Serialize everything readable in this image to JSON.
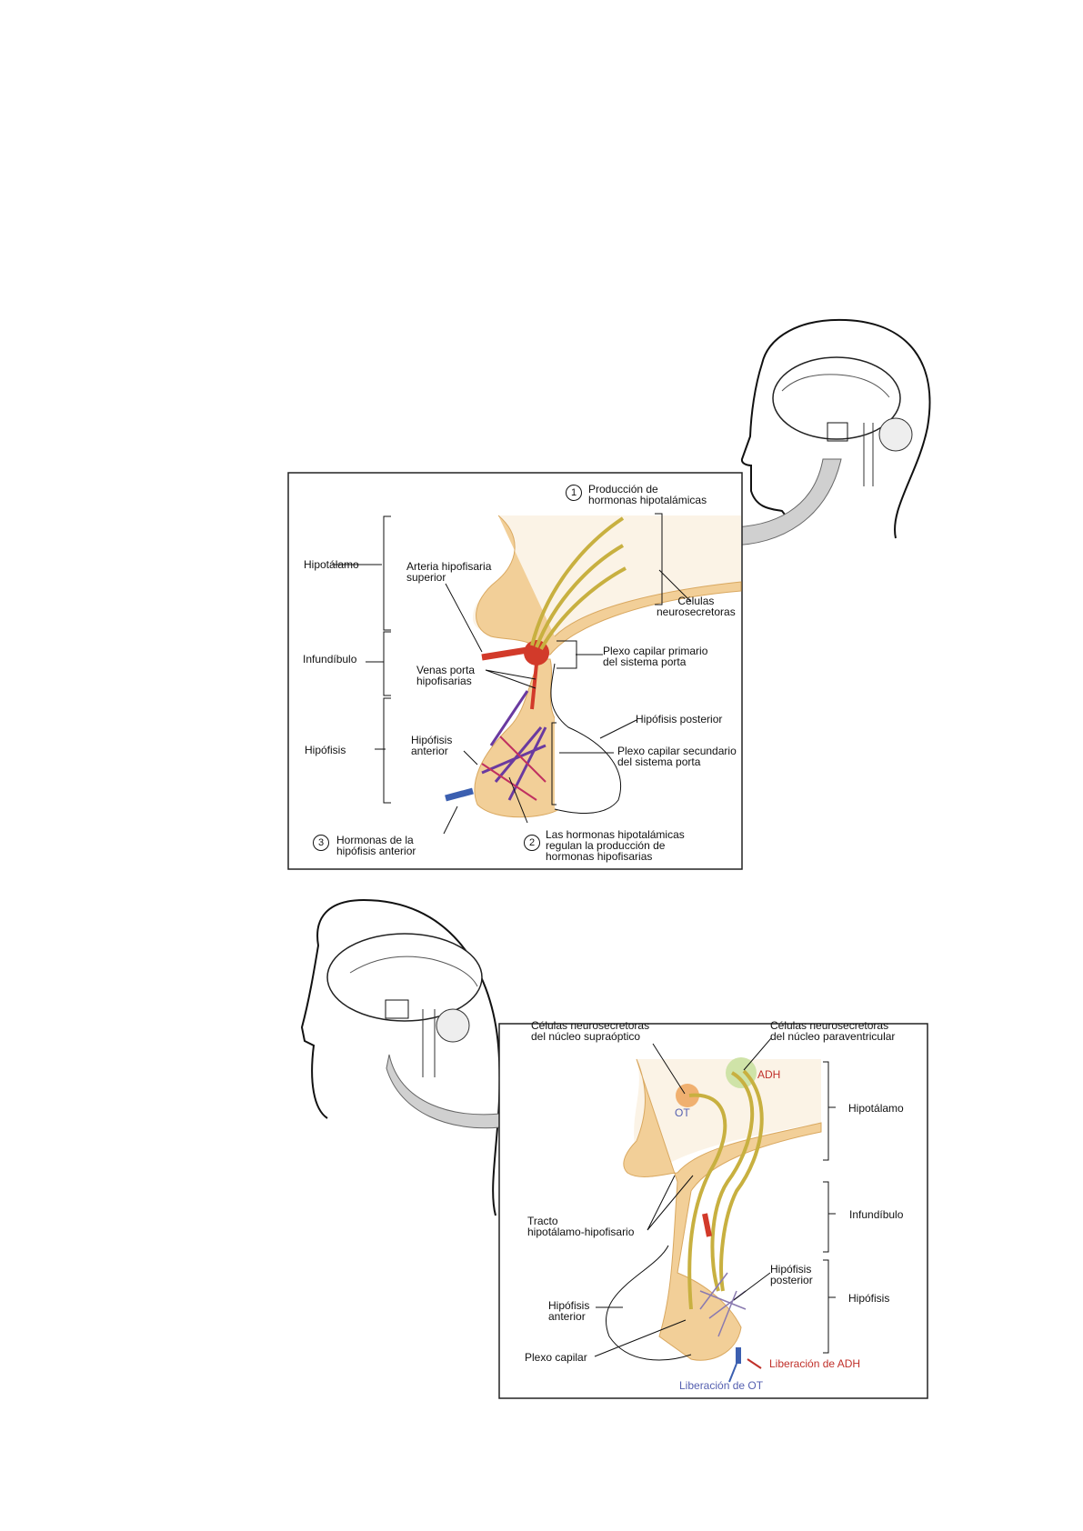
{
  "figure1": {
    "step1": {
      "num": "1",
      "text1": "Producción de",
      "text2": "hormonas hipotalámicas"
    },
    "hipotalamo": "Hipotálamo",
    "infundibulo": "Infundíbulo",
    "hipofisis": "Hipófisis",
    "arteria1": "Arteria hipofisaria",
    "arteria2": "superior",
    "celulas1": "Células",
    "celulas2": "neurosecretoras",
    "plexo_primario1": "Plexo capilar primario",
    "plexo_primario2": "del sistema porta",
    "venas1": "Venas porta",
    "venas2": "hipofisarias",
    "hip_posterior": "Hipófisis posterior",
    "hip_anterior1": "Hipófisis",
    "hip_anterior2": "anterior",
    "plexo_secundario1": "Plexo capilar secundario",
    "plexo_secundario2": "del sistema porta",
    "step3": {
      "num": "3",
      "text1": "Hormonas de la",
      "text2": "hipófisis anterior"
    },
    "step2": {
      "num": "2",
      "text1": "Las hormonas hipotalámicas",
      "text2": "regulan la producción de",
      "text3": "hormonas hipofisarias"
    }
  },
  "figure2": {
    "supraoptico1": "Células neurosecretoras",
    "supraoptico2": "del núcleo supraóptico",
    "paraventricular1": "Células neurosecretoras",
    "paraventricular2": "del núcleo paraventricular",
    "adh": "ADH",
    "ot": "OT",
    "hipotalamo": "Hipotálamo",
    "infundibulo": "Infundíbulo",
    "hipofisis": "Hipófisis",
    "tracto1": "Tracto",
    "tracto2": "hipotálamo-hipofisario",
    "hip_posterior1": "Hipófisis",
    "hip_posterior2": "posterior",
    "hip_anterior1": "Hipófisis",
    "hip_anterior2": "anterior",
    "plexo": "Plexo capilar",
    "lib_adh": "Liberación de ADH",
    "lib_ot": "Liberación de OT"
  },
  "colors": {
    "adh": "#c0302a",
    "ot": "#5560b0",
    "tissue": "#f2cf98",
    "artery": "#d23a2a",
    "vein": "#3b5fb0"
  }
}
